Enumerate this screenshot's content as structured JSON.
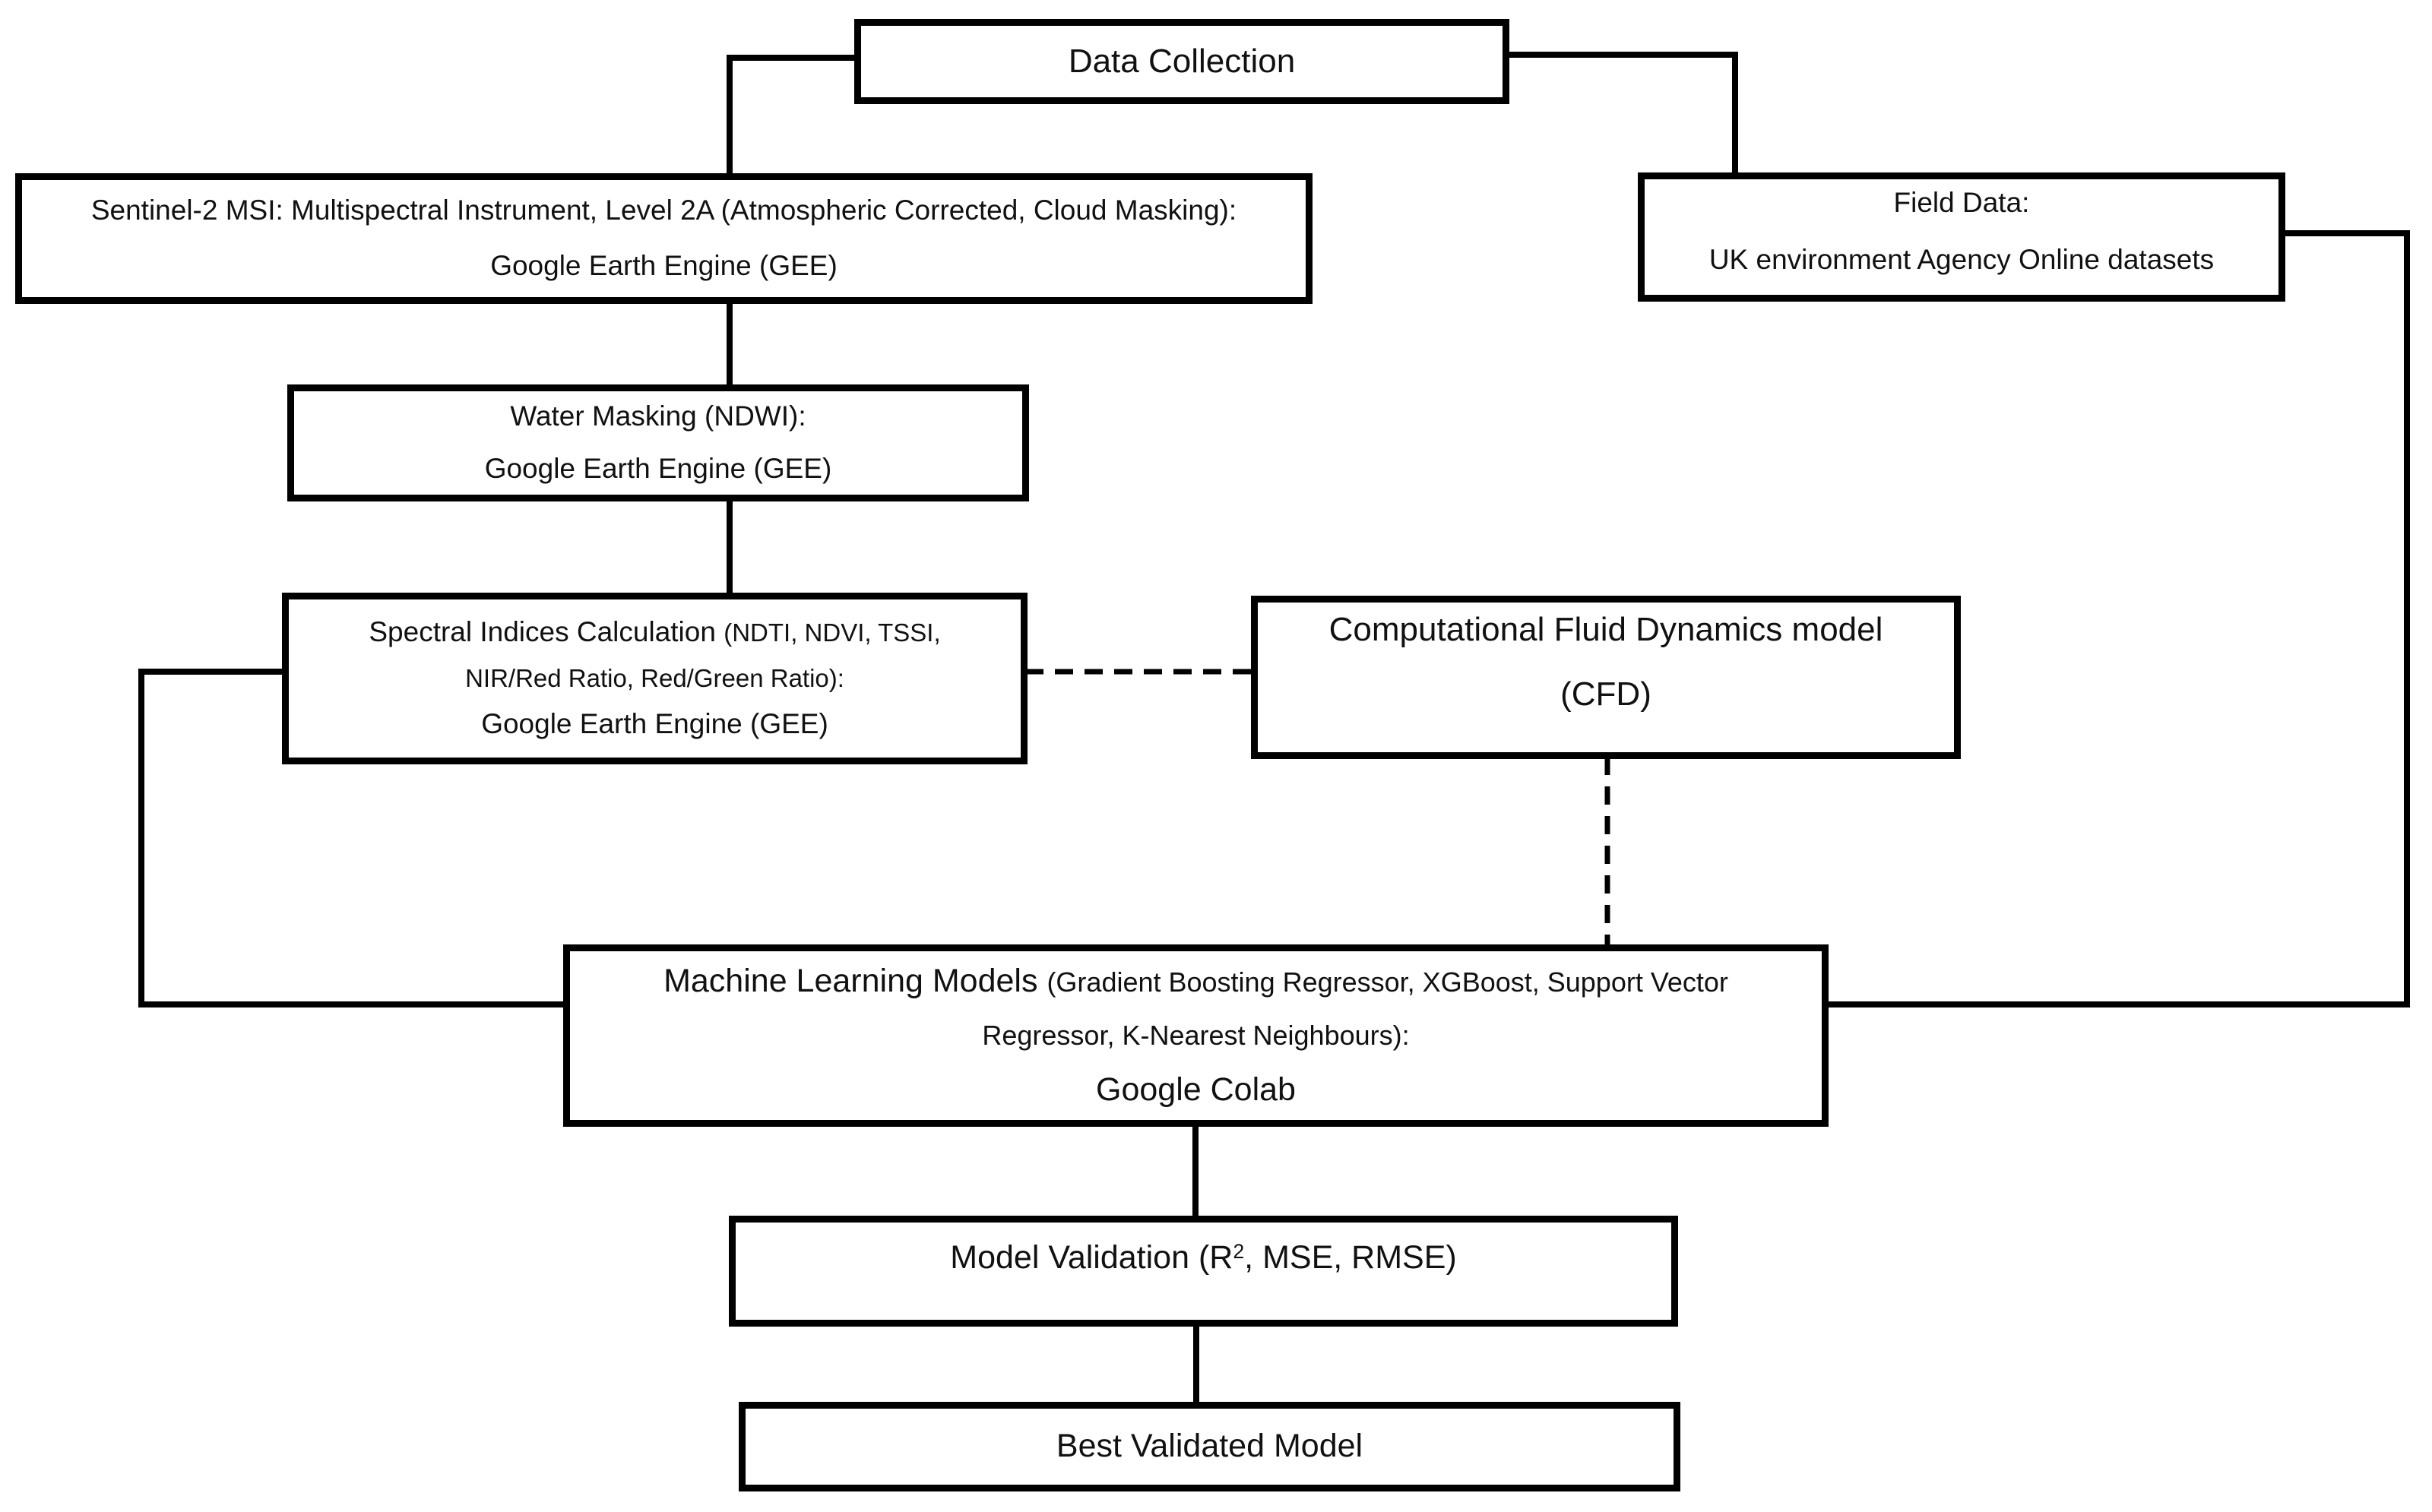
{
  "colors": {
    "background": "#ffffff",
    "ink": "#111111",
    "line": "#000000"
  },
  "boxes": {
    "data_collection": {
      "label": "Data Collection"
    },
    "sentinel": {
      "line1": "Sentinel-2 MSI: Multispectral Instrument, Level 2A (Atmospheric Corrected, Cloud Masking):",
      "line2": "Google Earth Engine (GEE)"
    },
    "field_data": {
      "line1": "Field Data:",
      "line2": "UK environment Agency Online datasets"
    },
    "water_masking": {
      "line1": "Water Masking (NDWI):",
      "line2": "Google Earth Engine (GEE)"
    },
    "spectral_indices": {
      "title": "Spectral Indices Calculation ",
      "detail_line1": "(NDTI, NDVI, TSSI,",
      "detail_line2": "NIR/Red Ratio, Red/Green Ratio):",
      "line3": "Google Earth Engine (GEE)"
    },
    "cfd": {
      "line1": "Computational Fluid Dynamics model",
      "line2": "(CFD)"
    },
    "machine_learning": {
      "title": "Machine Learning Models ",
      "detail_line1": "(Gradient Boosting Regressor, XGBoost, Support Vector",
      "detail_line2": "Regressor, K-Nearest Neighbours):",
      "line3": "Google Colab"
    },
    "model_validation": {
      "prefix": "Model Validation (R",
      "superscript": "2",
      "suffix": ", MSE, RMSE)"
    },
    "best_model": {
      "label": "Best Validated Model"
    }
  }
}
